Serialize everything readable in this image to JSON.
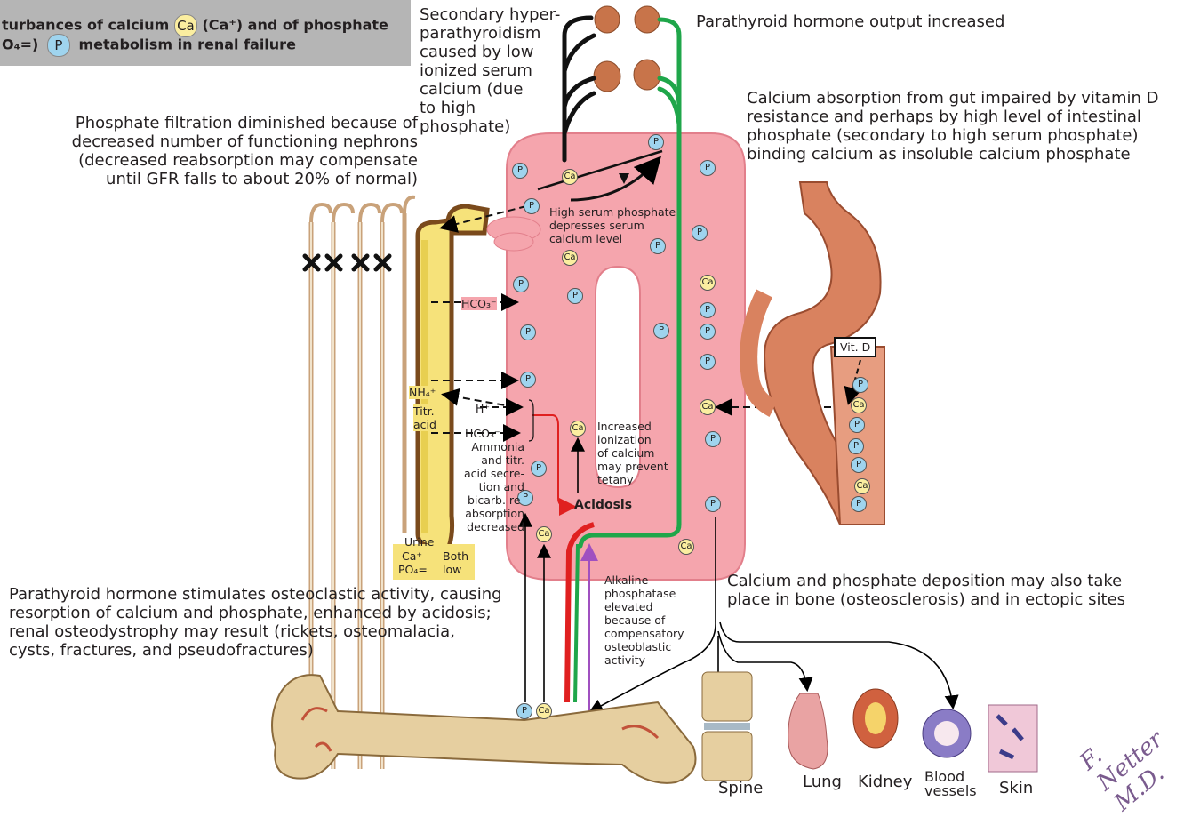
{
  "title": {
    "line1": "turbances of calcium",
    "line1b": "(Ca⁺) and of phosphate",
    "line2a": "O₄=)",
    "line2b": "metabolism in renal failure",
    "ca_symbol": "Ca",
    "p_symbol": "P"
  },
  "labels": {
    "secondary_hyperpara": "Secondary hyper-\nparathyroidism\ncaused by low\nionized serum\ncalcium (due\nto high\nphosphate)",
    "pth_output": "Parathyroid hormone output increased",
    "calcium_absorption": "Calcium absorption from gut impaired by vitamin D\nresistance and perhaps by high level of intestinal\nphosphate (secondary to high serum phosphate)\nbinding calcium as insoluble calcium phosphate",
    "phosphate_filtration": "Phosphate filtration diminished because of\ndecreased number of functioning nephrons\n(decreased reabsorption may compensate\nuntil GFR falls to about 20% of normal)",
    "high_serum_phosphate": "High serum phosphate\ndepresses serum\ncalcium level",
    "hco3_1": "HCO₃⁻",
    "nh4": "NH₄⁺",
    "titr_acid": "Titr.\nacid",
    "h_plus": "H⁺",
    "hco3_2": "HCO₃⁻",
    "ammonia_note": "Ammonia\nand titr.\nacid secre-\ntion and\nbicarb. re-\nabsorption\ndecreased",
    "increased_ionization": "Increased\nionization\nof calcium\nmay prevent\ntetany",
    "acidosis": "Acidosis",
    "urine": "Urine",
    "urine_ca": "Ca⁺",
    "urine_po4": "PO₄=",
    "urine_both": "Both\nlow",
    "vit_d": "Vit. D",
    "deposition": "Calcium and phosphate deposition may also take\nplace in bone (osteosclerosis) and in ectopic sites",
    "pth_stimulates": "Parathyroid hormone stimulates osteoclastic activity, causing\nresorption of calcium and phosphate, enhanced by acidosis;\nrenal osteodystrophy may result (rickets, osteomalacia,\ncysts, fractures, and pseudofractures)",
    "alkaline": "Alkaline\nphosphatase\nelevated\nbecause of\ncompensatory\nosteoblastic\nactivity"
  },
  "organs": {
    "spine": "Spine",
    "lung": "Lung",
    "kidney": "Kidney",
    "blood_vessels": "Blood\nvessels",
    "skin": "Skin"
  },
  "molecules": {
    "ca": "Ca",
    "p": "P"
  },
  "colors": {
    "vessel": "#f3a0a8",
    "vessel_edge": "#e07a86",
    "tubule_yellow": "#f6e27a",
    "tubule_brown": "#7a4a1c",
    "ca_fill": "#fbeea0",
    "p_fill": "#9fd4ee",
    "green": "#1fa64a",
    "red": "#e02020",
    "purple": "#a050c0",
    "title_bg": "#b5b5b5"
  },
  "signature": "F. Netter M.D."
}
